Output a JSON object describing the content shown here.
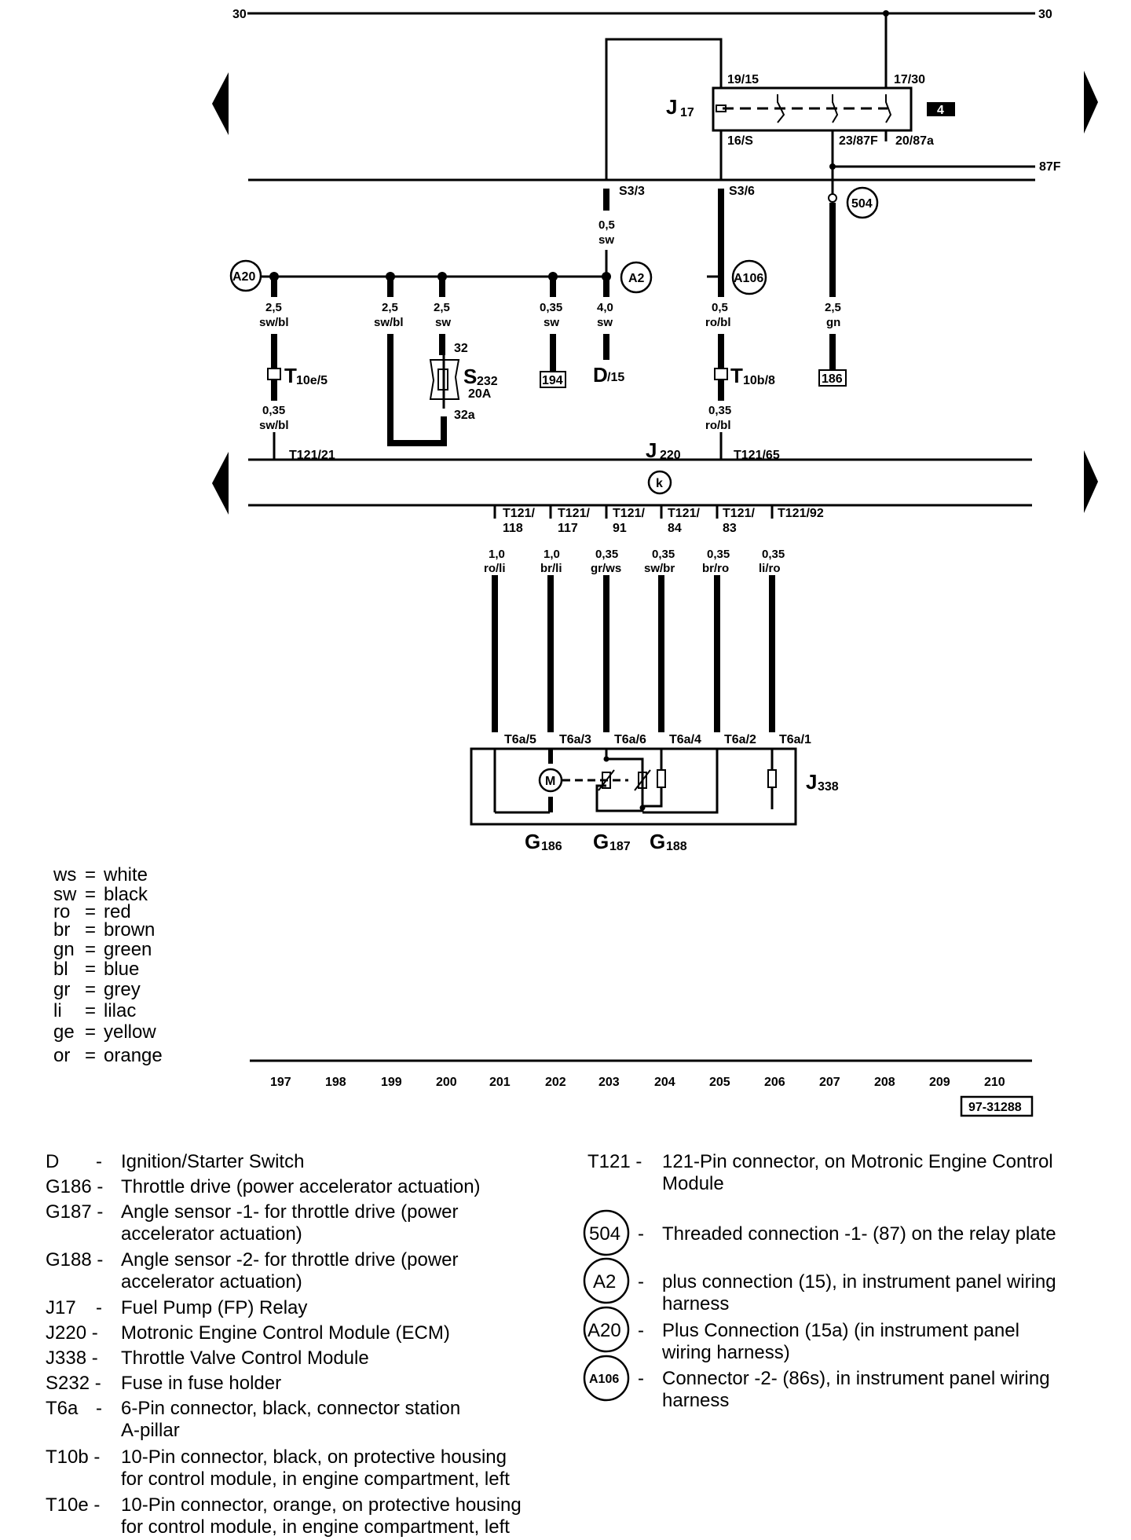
{
  "bus": {
    "top_left": "30",
    "top_right": "30",
    "mid_right": "87F"
  },
  "relay": {
    "name": "J",
    "sub": "17",
    "pin_19_15": "19/15",
    "pin_17_30": "17/30",
    "pin_16_S": "16/S",
    "pin_23_87F": "23/87F",
    "pin_20_87a": "20/87a",
    "badge": "4"
  },
  "splices": {
    "s3_3": "S3/3",
    "s3_6": "S3/6"
  },
  "circles": {
    "c504": "504",
    "a20": "A20",
    "a2": "A2",
    "a106": "A106",
    "k": "k"
  },
  "wires": {
    "w_s33": [
      "0,5",
      "sw"
    ],
    "w_a20": [
      "2,5",
      "sw/bl"
    ],
    "w_399": [
      "2,5",
      "sw/bl"
    ],
    "w_453": [
      "2,5",
      "sw"
    ],
    "w_565": [
      "0,35",
      "sw"
    ],
    "w_619": [
      "4,0",
      "sw"
    ],
    "w_735": [
      "0,5",
      "ro/bl"
    ],
    "w_849": [
      "2,5",
      "gn"
    ],
    "w_t10e": [
      "0,35",
      "sw/bl"
    ],
    "w_t10b": [
      "0,35",
      "ro/bl"
    ],
    "w_501": [
      "1,0",
      "ro/li"
    ],
    "w_558": [
      "1,0",
      "br/li"
    ],
    "w_617": [
      "0,35",
      "gr/ws"
    ],
    "w_675": [
      "0,35",
      "sw/br"
    ],
    "w_731": [
      "0,35",
      "br/ro"
    ],
    "w_787": [
      "0,35",
      "li/ro"
    ]
  },
  "components": {
    "s232_name": "S",
    "s232_sub": "232",
    "s232_rating": "20A",
    "s232_p32": "32",
    "s232_p32a": "32a",
    "box194": "194",
    "box186": "186",
    "d_name": "D",
    "d_sub": "/15",
    "t10e_name": "T",
    "t10e_sub": "10e/5",
    "t10b_name": "T",
    "t10b_sub": "10b/8",
    "j220_name": "J",
    "j220_sub": "220",
    "j338_name": "J",
    "j338_sub": "338",
    "g186_name": "G",
    "g186_sub": "186",
    "g187_name": "G",
    "g187_sub": "187",
    "g188_name": "G",
    "g188_sub": "188",
    "motor": "M"
  },
  "ecm_pins": {
    "t121_21": "T121/21",
    "t121_65": "T121/65",
    "p118": [
      "T121/",
      "118"
    ],
    "p117": [
      "T121/",
      "117"
    ],
    "p91": [
      "T121/",
      "91"
    ],
    "p84": [
      "T121/",
      "84"
    ],
    "p83": [
      "T121/",
      "83"
    ],
    "p92": "T121/92"
  },
  "t6a_pins": [
    "T6a/5",
    "T6a/3",
    "T6a/6",
    "T6a/4",
    "T6a/2",
    "T6a/1"
  ],
  "color_codes": [
    {
      "code": "ws",
      "name": "white"
    },
    {
      "code": "sw",
      "name": "black"
    },
    {
      "code": "ro",
      "name": "red"
    },
    {
      "code": "br",
      "name": "brown"
    },
    {
      "code": "gn",
      "name": "green"
    },
    {
      "code": "bl",
      "name": "blue"
    },
    {
      "code": "gr",
      "name": "grey"
    },
    {
      "code": "li",
      "name": "lilac"
    },
    {
      "code": "ge",
      "name": "yellow"
    },
    {
      "code": "or",
      "name": "orange"
    }
  ],
  "scale": [
    "197",
    "198",
    "199",
    "200",
    "201",
    "202",
    "203",
    "204",
    "205",
    "206",
    "207",
    "208",
    "209",
    "210"
  ],
  "figure_id": "97-31288",
  "legend_left": [
    {
      "code": "D",
      "lines": [
        "Ignition/Starter Switch"
      ]
    },
    {
      "code": "G186 -",
      "lines": [
        "Throttle drive (power accelerator actuation)"
      ]
    },
    {
      "code": "G187 -",
      "lines": [
        "Angle sensor -1- for throttle drive (power",
        "accelerator actuation)"
      ]
    },
    {
      "code": "G188 -",
      "lines": [
        "Angle sensor -2- for throttle drive (power",
        "accelerator actuation)"
      ]
    },
    {
      "code": "J17",
      "lines": [
        "Fuel Pump (FP) Relay"
      ]
    },
    {
      "code": "J220 -",
      "lines": [
        "Motronic Engine Control Module (ECM)"
      ]
    },
    {
      "code": "J338 -",
      "lines": [
        "Throttle Valve Control Module"
      ]
    },
    {
      "code": "S232 -",
      "lines": [
        "Fuse in fuse holder"
      ]
    },
    {
      "code": "T6a",
      "lines": [
        "6-Pin connector, black, connector station",
        "A-pillar"
      ]
    },
    {
      "code": "T10b -",
      "lines": [
        "10-Pin connector, black, on protective housing",
        "for control module, in engine compartment, left"
      ]
    },
    {
      "code": "T10e -",
      "lines": [
        "10-Pin connector, orange, on protective housing",
        "for control module, in engine compartment, left"
      ]
    }
  ],
  "legend_right": [
    {
      "code": "T121 -",
      "lines": [
        "121-Pin connector, on Motronic Engine Control",
        "Module"
      ]
    },
    {
      "code": "504",
      "lines": [
        "Threaded connection -1- (87) on the relay plate"
      ]
    },
    {
      "code": "A2",
      "lines": [
        "plus connection (15), in instrument panel wiring",
        "harness"
      ]
    },
    {
      "code": "A20",
      "lines": [
        "Plus Connection (15a) (in instrument panel",
        "wiring harness)"
      ]
    },
    {
      "code": "A106",
      "lines": [
        "Connector -2- (86s), in instrument panel wiring",
        "harness"
      ]
    }
  ]
}
